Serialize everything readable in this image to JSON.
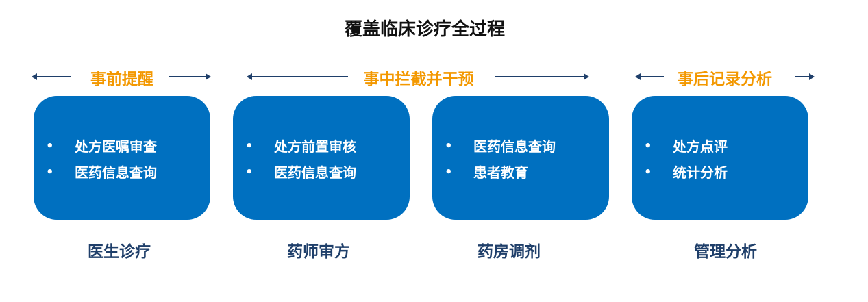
{
  "title": "覆盖临床诊疗全过程",
  "phases": [
    {
      "label": "事前提醒"
    },
    {
      "label": "事中拦截并干预"
    },
    {
      "label": "事后记录分析"
    }
  ],
  "cards": [
    {
      "items": [
        "处方医嘱审查",
        "医药信息查询"
      ],
      "caption": "医生诊疗"
    },
    {
      "items": [
        "处方前置审核",
        "医药信息查询"
      ],
      "caption": "药师审方"
    },
    {
      "items": [
        "医药信息查询",
        "患者教育"
      ],
      "caption": "药房调剂"
    },
    {
      "items": [
        "处方点评",
        "统计分析"
      ],
      "caption": "管理分析"
    }
  ],
  "bullet": "•",
  "colors": {
    "phase": "#F39800",
    "card": "#0070C0",
    "caption": "#1F3F6A",
    "arrow": "#1F3F6A"
  }
}
